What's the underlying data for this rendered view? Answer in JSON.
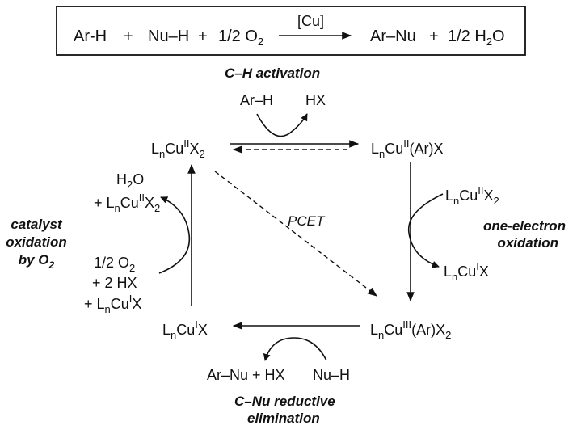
{
  "overall_reaction": {
    "reactant_1": "Ar-H",
    "plus_1": "+",
    "reactant_2": "Nu–H",
    "plus_2": "+",
    "reactant_3_coef": "1/2 O",
    "reactant_3_sub": "2",
    "catalyst": "[Cu]",
    "product_1": "Ar–Nu",
    "plus_3": "+",
    "product_2_coef": "1/2 H",
    "product_2_sub": "2",
    "product_2_tail": "O"
  },
  "steps": {
    "ch_activation": "C–H activation",
    "one_electron_oxidation_line1": "one-electron",
    "one_electron_oxidation_line2": "oxidation",
    "cnu_reductive_elimination_line1": "C–Nu reductive",
    "cnu_reductive_elimination_line2": "elimination",
    "catalyst_oxidation_line1": "catalyst",
    "catalyst_oxidation_line2": "oxidation",
    "catalyst_oxidation_line3_pre": "by O",
    "catalyst_oxidation_line3_sub": "2",
    "pcet": "PCET"
  },
  "species": {
    "cu2x2": {
      "l": "L",
      "l_sub": "n",
      "cu": "Cu",
      "ox": "II",
      "x": "X",
      "x_sub": "2"
    },
    "cu2arx": {
      "l": "L",
      "l_sub": "n",
      "cu": "Cu",
      "ox": "II",
      "rest": "(Ar)X"
    },
    "cu3arx2": {
      "l": "L",
      "l_sub": "n",
      "cu": "Cu",
      "ox": "III",
      "rest": "(Ar)X",
      "x_sub": "2"
    },
    "cu1x": {
      "l": "L",
      "l_sub": "n",
      "cu": "Cu",
      "ox": "I",
      "x": "X"
    }
  },
  "reagents": {
    "arh": "Ar–H",
    "hx_top": "HX",
    "right_in": {
      "l": "L",
      "l_sub": "n",
      "cu": "Cu",
      "ox": "II",
      "x": "X",
      "x_sub": "2"
    },
    "right_out": {
      "l": "L",
      "l_sub": "n",
      "cu": "Cu",
      "ox": "I",
      "x": "X"
    },
    "nuh": "Nu–H",
    "arnu_hx": "Ar–Nu + HX",
    "left_out_line1": "H",
    "left_out_line1_sub": "2",
    "left_out_line1_tail": "O",
    "left_out_line2": {
      "pre": "+ L",
      "l_sub": "n",
      "cu": "Cu",
      "ox": "II",
      "x": "X",
      "x_sub": "2"
    },
    "left_in_line1": "1/2 O",
    "left_in_line1_sub": "2",
    "left_in_line2": "+ 2 HX",
    "left_in_line3": {
      "pre": "+ L",
      "l_sub": "n",
      "cu": "Cu",
      "ox": "I",
      "x": "X"
    }
  }
}
